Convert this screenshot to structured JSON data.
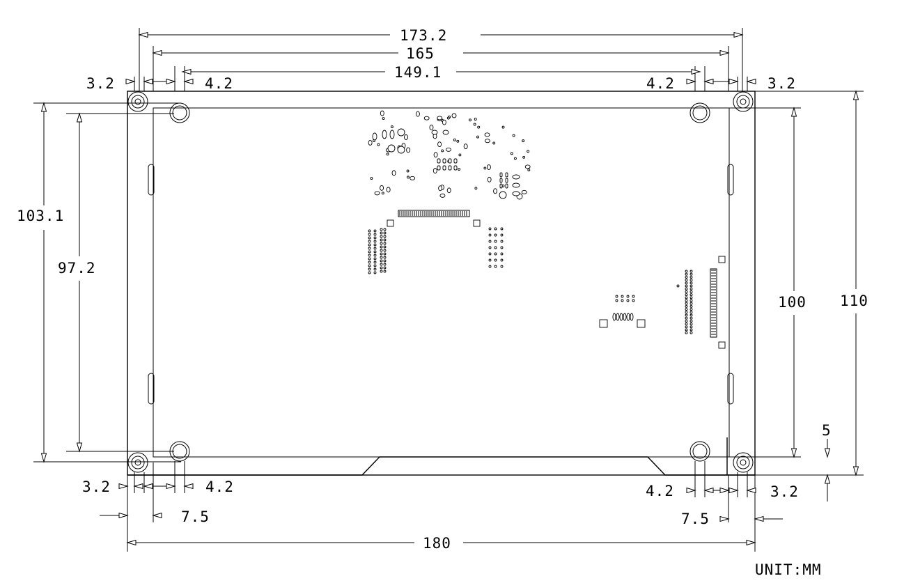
{
  "unit_label": "UNIT:MM",
  "dimensions": {
    "outer_width": "180",
    "hole_span_outer": "173.2",
    "hole_span_mid": "165",
    "hole_span_inner": "149.1",
    "outer_height": "110",
    "panel_height": "100",
    "left_height_outer": "103.1",
    "left_height_inner": "97.2",
    "hole_dia_outer": "3.2",
    "hole_dia_inner": "4.2",
    "edge_offset": "7.5",
    "bottom_offset": "5"
  }
}
